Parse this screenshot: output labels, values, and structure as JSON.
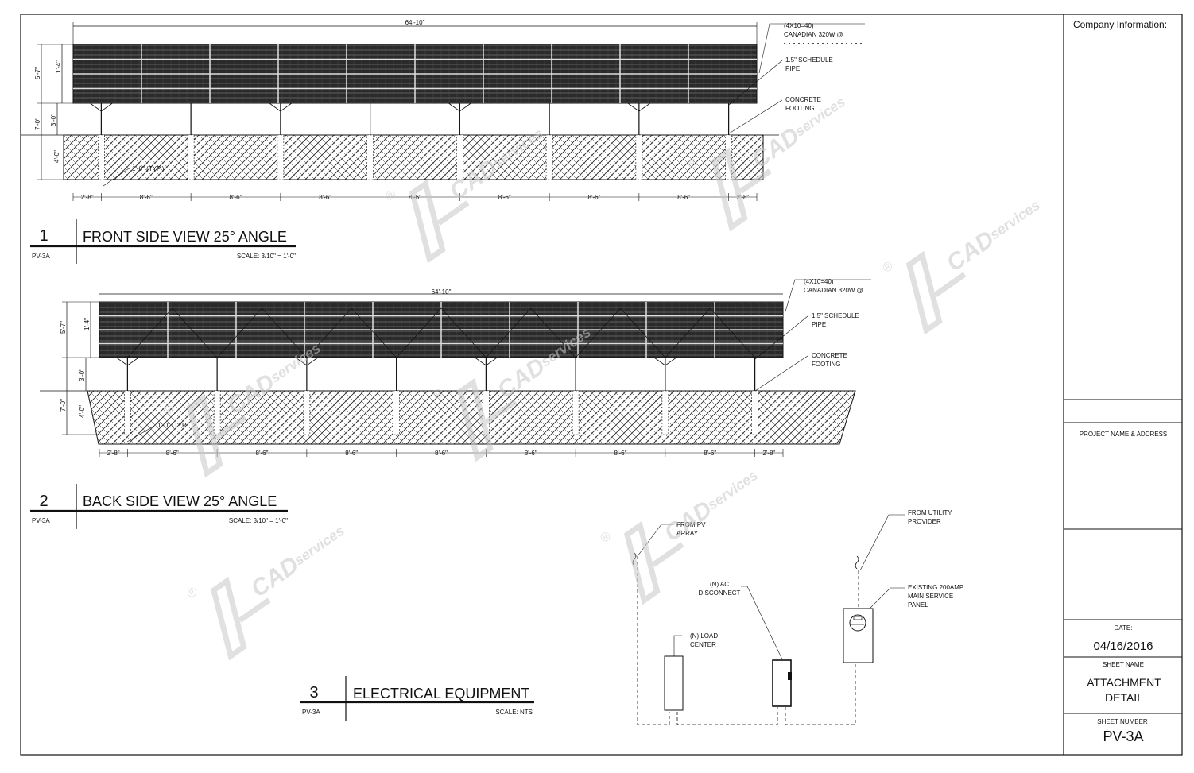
{
  "title_block": {
    "company_label": "Company Information:",
    "project_label": "PROJECT NAME & ADDRESS",
    "date_label": "DATE:",
    "date_value": "04/16/2016",
    "sheet_name_label": "SHEET NAME",
    "sheet_name_line1": "ATTACHMENT",
    "sheet_name_line2": "DETAIL",
    "sheet_number_label": "SHEET NUMBER",
    "sheet_number_value": "PV-3A"
  },
  "view1": {
    "number": "1",
    "ref": "PV-3A",
    "title": "FRONT SIDE VIEW 25° ANGLE",
    "scale": "SCALE: 3/10\" = 1'-0\"",
    "overall_dim": "64'-10\"",
    "dim_5_7": "5'-7\"",
    "dim_1_4": "1'-4\"",
    "dim_7_0": "7'-0\"",
    "dim_3_0": "3'-0\"",
    "dim_4_0": "4'-0\"",
    "typ_note": "1'-0\" (TYP.)",
    "note_modules_1": "(4X10=40)",
    "note_modules_2": "CANADIAN 320W @",
    "note_pipe_1": "1.5\" SCHEDULE",
    "note_pipe_2": "PIPE",
    "note_footing_1": "CONCRETE",
    "note_footing_2": "FOOTING",
    "spacings": [
      "2'-8\"",
      "8'-6\"",
      "8'-6\"",
      "8'-6\"",
      "8'-6\"",
      "8'-6\"",
      "8'-6\"",
      "8'-6\"",
      "2'-8\""
    ]
  },
  "view2": {
    "number": "2",
    "ref": "PV-3A",
    "title": "BACK SIDE VIEW 25° ANGLE",
    "scale": "SCALE: 3/10\" = 1'-0\"",
    "overall_dim": "64'-10\"",
    "dim_5_7": "5'-7\"",
    "dim_1_4": "1'-4\"",
    "dim_7_0": "7'-0\"",
    "dim_3_0": "3'-0\"",
    "dim_4_0": "4'-0\"",
    "typ_note": "1'-0\" (TYP.",
    "note_modules_1": "(4X10=40)",
    "note_modules_2": "CANADIAN 320W @",
    "note_pipe_1": "1.5\" SCHEDULE",
    "note_pipe_2": "PIPE",
    "note_footing_1": "CONCRETE",
    "note_footing_2": "FOOTING",
    "spacings": [
      "2'-8\"",
      "8'-6\"",
      "8'-6\"",
      "8'-6\"",
      "8'-6\"",
      "8'-6\"",
      "8'-6\"",
      "8'-6\"",
      "2'-8\""
    ]
  },
  "view3": {
    "number": "3",
    "ref": "PV-3A",
    "title": "ELECTRICAL EQUIPMENT",
    "scale": "SCALE: NTS",
    "from_pv_1": "FROM PV",
    "from_pv_2": "ARRAY",
    "from_utility_1": "FROM UTILITY",
    "from_utility_2": "PROVIDER",
    "ac_disconnect_1": "(N) AC",
    "ac_disconnect_2": "DISCONNECT",
    "load_center_1": "(N) LOAD",
    "load_center_2": "CENTER",
    "panel_1": "EXISTING 200AMP",
    "panel_2": "MAIN SERVICE",
    "panel_3": "PANEL"
  },
  "watermark": {
    "text": "CAD",
    "sub": "services",
    "reg": "®"
  },
  "colors": {
    "line": "#111111",
    "panel_fill": "#333333",
    "watermark": "#c8c8c8"
  }
}
